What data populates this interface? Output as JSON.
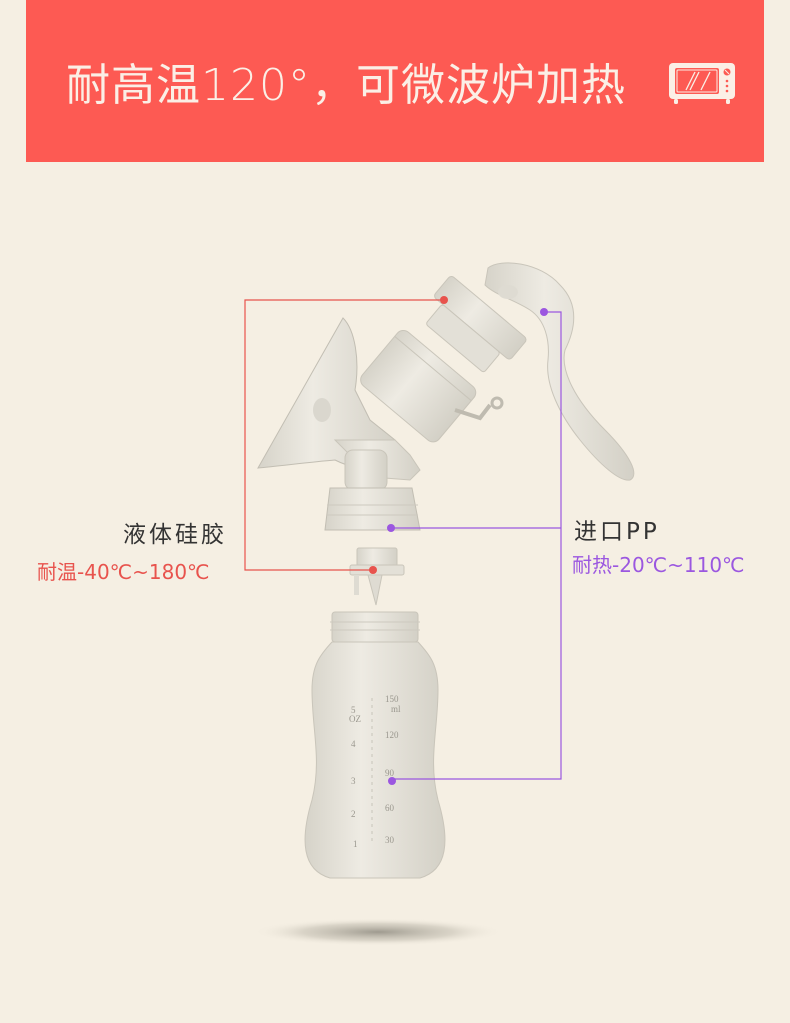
{
  "banner": {
    "title": "耐高温120°，可微波炉加热",
    "icon": "microwave-icon",
    "background_color": "#fd5a53",
    "text_color": "#fbefe6"
  },
  "product": {
    "name": "manual breast pump exploded view",
    "parts": [
      "handle",
      "valve cap",
      "diaphragm housing",
      "breast shield",
      "bottle connector",
      "duckbill valve",
      "feeding bottle"
    ]
  },
  "callouts": {
    "left": {
      "title": "液体硅胶",
      "subtitle": "耐温-40℃~180℃",
      "color": "#e8534d"
    },
    "right": {
      "title": "进口PP",
      "subtitle": "耐热-20℃~110℃",
      "color": "#9b57e0"
    }
  },
  "bottle_scale": {
    "ml": [
      "150",
      "120",
      "90",
      "60",
      "30"
    ],
    "ml_unit": "ml",
    "oz": [
      "5",
      "4",
      "3",
      "2",
      "1"
    ],
    "oz_unit": "OZ"
  },
  "colors": {
    "page_background": "#f5efe3",
    "part_color": "#e4e1d8"
  }
}
